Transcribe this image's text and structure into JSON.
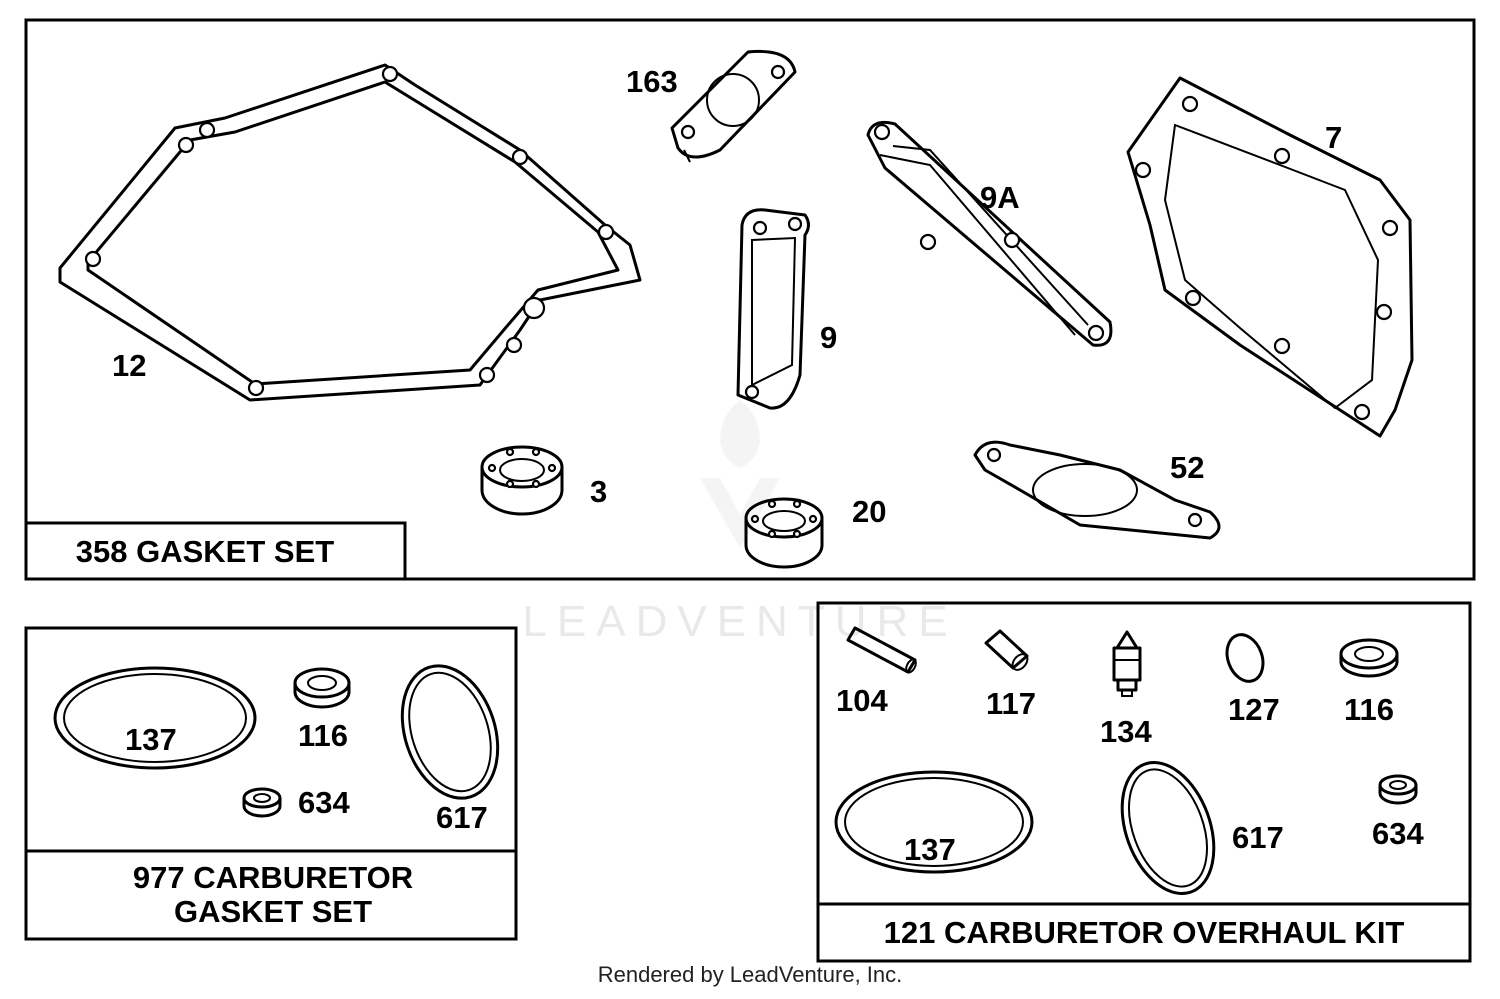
{
  "watermark": {
    "text": "LEADVENTURE"
  },
  "footer": {
    "text": "Rendered by LeadVenture, Inc."
  },
  "kits": {
    "gasket_set": {
      "title": "358 GASKET SET",
      "parts": {
        "p12": "12",
        "p163": "163",
        "p9a": "9A",
        "p7": "7",
        "p9": "9",
        "p3": "3",
        "p20": "20",
        "p52": "52"
      }
    },
    "carb_gasket_set": {
      "title_line1": "977 CARBURETOR",
      "title_line2": "GASKET SET",
      "parts": {
        "p137": "137",
        "p116": "116",
        "p634": "634",
        "p617": "617"
      }
    },
    "carb_overhaul_kit": {
      "title": "121 CARBURETOR OVERHAUL KIT",
      "parts": {
        "p104": "104",
        "p117": "117",
        "p134": "134",
        "p127": "127",
        "p116": "116",
        "p137": "137",
        "p617": "617",
        "p634": "634"
      }
    }
  }
}
